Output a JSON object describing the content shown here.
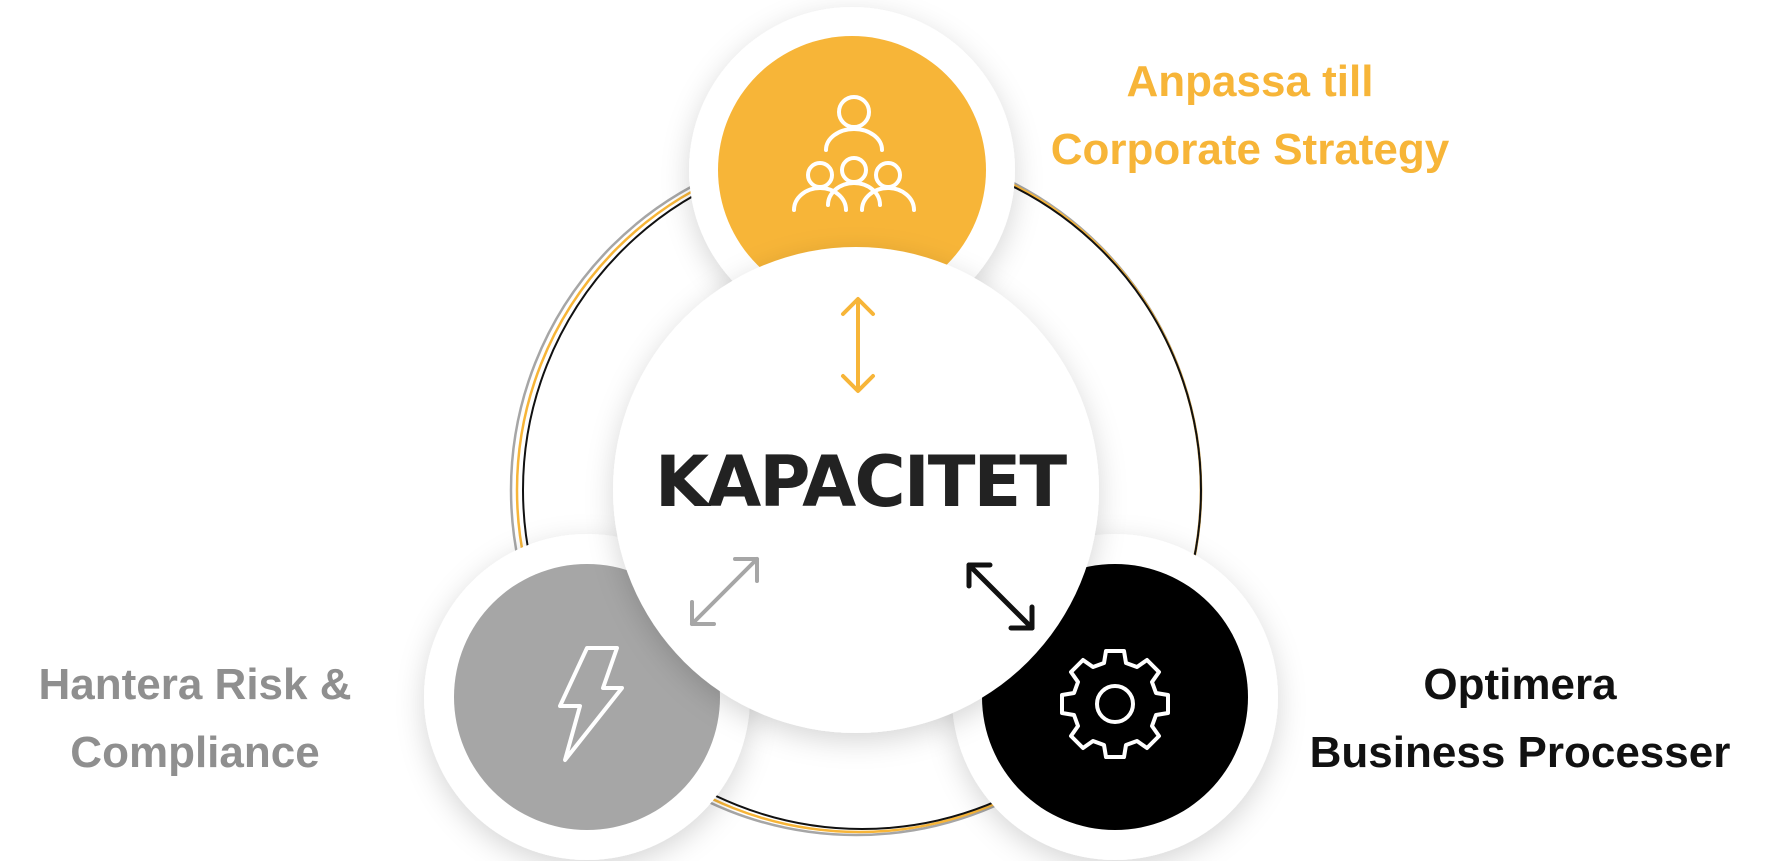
{
  "center": {
    "title": "KAPACITET"
  },
  "nodes": {
    "strategy": {
      "icon": "people-group-icon",
      "color": "#F7B538",
      "label_line1": "Anpassa till",
      "label_line2": "Corporate Strategy"
    },
    "risk": {
      "icon": "lightning-bolt-icon",
      "color": "#A6A6A6",
      "label_color": "#8F8F8F",
      "label_line1": "Hantera Risk &",
      "label_line2": "Compliance"
    },
    "process": {
      "icon": "gear-icon",
      "color": "#000000",
      "label_line1": "Optimera",
      "label_line2": "Business Processer"
    }
  },
  "arrows": {
    "to_strategy": {
      "icon": "double-arrow-vertical-icon",
      "color": "#F7B538"
    },
    "to_risk": {
      "icon": "double-arrow-diagonal-icon",
      "color": "#A6A6A6"
    },
    "to_process": {
      "icon": "double-arrow-diagonal-icon",
      "color": "#111111"
    }
  }
}
